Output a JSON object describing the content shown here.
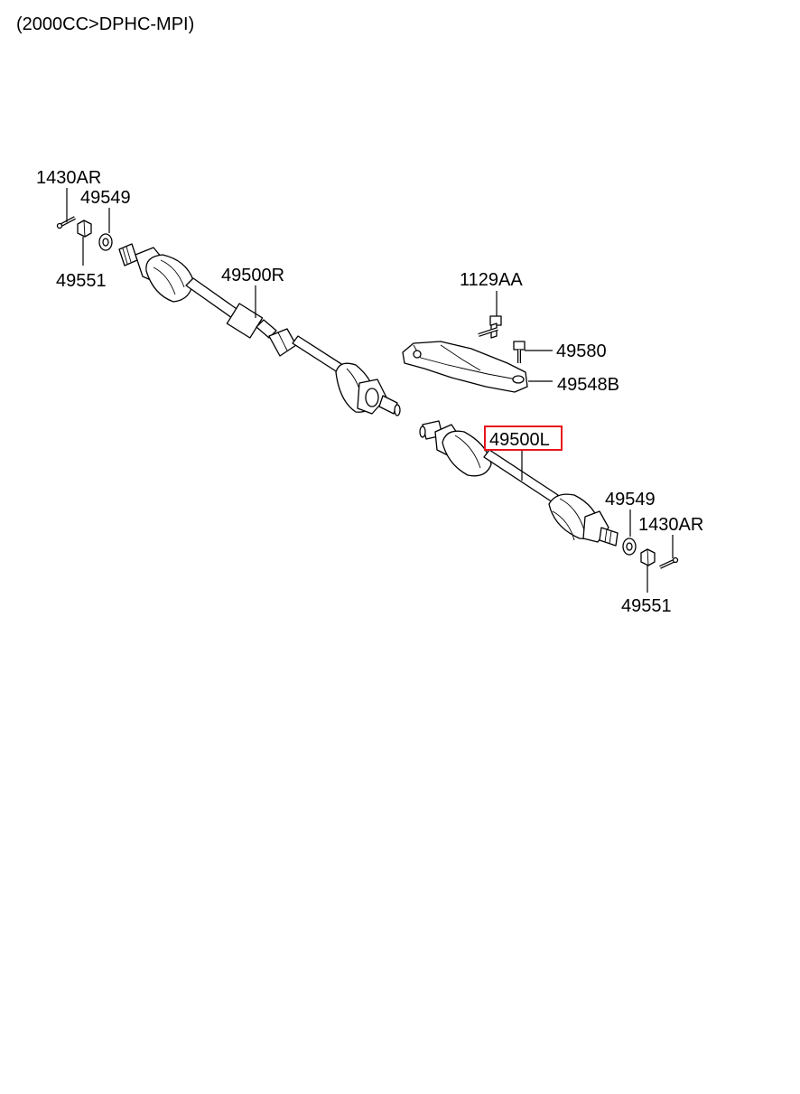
{
  "header": {
    "title": "(2000CC>DPHC-MPI)"
  },
  "parts": {
    "split_pin_right": "1430AR",
    "washer_right": "49549",
    "nut_right": "49551",
    "shaft_right": "49500R",
    "bolt_bracket": "1129AA",
    "bolt_small": "49580",
    "bracket": "49548B",
    "shaft_left": "49500L",
    "washer_left": "49549",
    "split_pin_left": "1430AR",
    "nut_left": "49551"
  },
  "highlight": {
    "part": "49500L",
    "color": "#e8151b"
  }
}
